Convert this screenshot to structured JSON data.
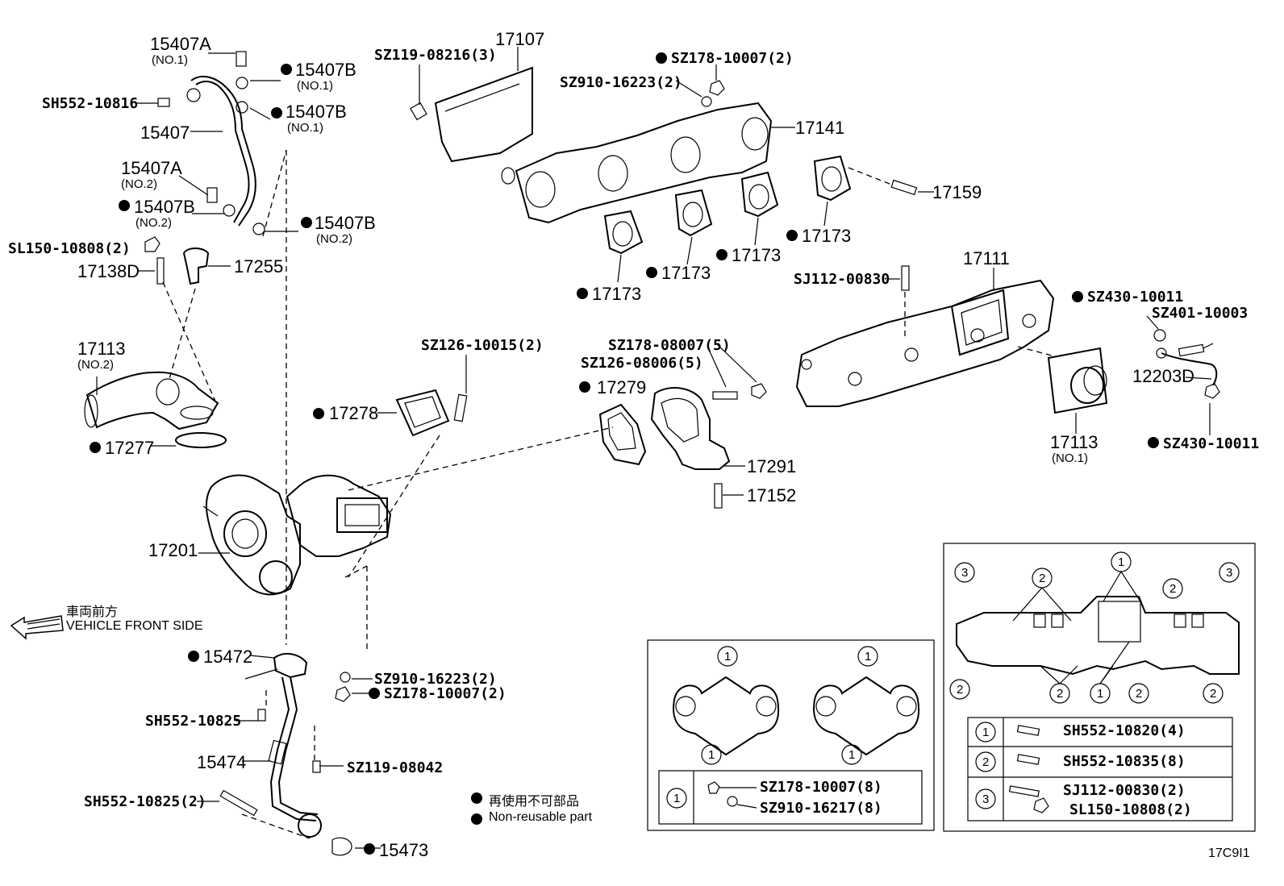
{
  "labels": {
    "p15407a_1": "15407A",
    "p15407a_1_sub": "(NO.1)",
    "p15407b_1a": "15407B",
    "p15407b_1a_sub": "(NO.1)",
    "sh552_10816": "SH552-10816",
    "p15407b_1b": "15407B",
    "p15407b_1b_sub": "(NO.1)",
    "p15407": "15407",
    "p15407a_2": "15407A",
    "p15407a_2_sub": "(NO.2)",
    "p15407b_2a": "15407B",
    "p15407b_2a_sub": "(NO.2)",
    "p15407b_2b": "15407B",
    "p15407b_2b_sub": "(NO.2)",
    "sl150_10808_2": "SL150-10808(2)",
    "p17138d": "17138D",
    "p17255": "17255",
    "p17113_2": "17113",
    "p17113_2_sub": "(NO.2)",
    "p17277": "17277",
    "p17201": "17201",
    "sz119_08216": "SZ119-08216(3)",
    "p17107": "17107",
    "sz178_10007_top": "SZ178-10007(2)",
    "sz910_16223_top": "SZ910-16223(2)",
    "p17141": "17141",
    "p17159": "17159",
    "p17173_a": "17173",
    "p17173_b": "17173",
    "p17173_c": "17173",
    "p17173_d": "17173",
    "sj112_00830": "SJ112-00830",
    "p17111": "17111",
    "sz430_10011_a": "SZ430-10011",
    "sz401_10003": "SZ401-10003",
    "p12203d": "12203D",
    "sz430_10011_b": "SZ430-10011",
    "p17113_1": "17113",
    "p17113_1_sub": "(NO.1)",
    "sz126_10015": "SZ126-10015(2)",
    "p17278": "17278",
    "sz178_08007": "SZ178-08007(5)",
    "sz126_08006": "SZ126-08006(5)",
    "p17279": "17279",
    "p17291": "17291",
    "p17152": "17152",
    "p15472": "15472",
    "sz910_16223_bot": "SZ910-16223(2)",
    "sz178_10007_bot": "SZ178-10007(2)",
    "sh552_10825": "SH552-10825",
    "p15474": "15474",
    "sz119_08042": "SZ119-08042",
    "sh552_10825_2": "SH552-10825(2)",
    "p15473": "15473"
  },
  "direction": {
    "jp": "車両前方",
    "en": "VEHICLE FRONT SIDE"
  },
  "legend": {
    "jp": "再使用不可部品",
    "en": "Non-reusable part"
  },
  "inset_left": {
    "marker_1": "1",
    "row_marker": "1",
    "item_a": "SZ178-10007(8)",
    "item_b": "SZ910-16217(8)"
  },
  "inset_right": {
    "m1": "1",
    "m2": "2",
    "m3": "3",
    "row1": "SH552-10820(4)",
    "row2": "SH552-10835(8)",
    "row3a": "SJ112-00830(2)",
    "row3b": "SL150-10808(2)"
  },
  "diagram_code": "17C9I1"
}
